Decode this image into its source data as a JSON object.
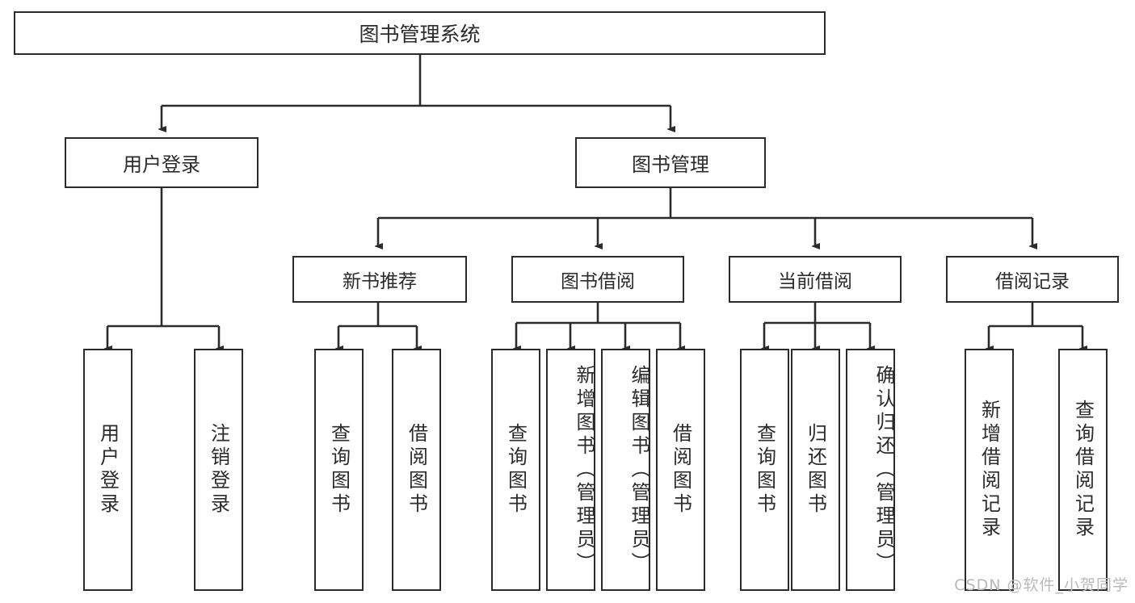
{
  "diagram": {
    "title": "图书管理系统",
    "watermark": "CSDN @软件_小贺同学",
    "colors": {
      "box_border": "#2b2b2b",
      "box_fill": "#ffffff",
      "connector": "#2b2b2b",
      "text": "#2b2b2b",
      "watermark": "#b9b9b9",
      "background": "#ffffff"
    },
    "root": {
      "label": "图书管理系统"
    },
    "level2": [
      {
        "label": "用户登录"
      },
      {
        "label": "图书管理"
      }
    ],
    "level3": [
      {
        "label": "新书推荐"
      },
      {
        "label": "图书借阅"
      },
      {
        "label": "当前借阅"
      },
      {
        "label": "借阅记录"
      }
    ],
    "leaves": {
      "user_login": [
        {
          "label": "用户登录"
        },
        {
          "label": "注销登录"
        }
      ],
      "new_book_recommend": [
        {
          "label": "查询图书"
        },
        {
          "label": "借阅图书"
        }
      ],
      "book_borrow": [
        {
          "label": "查询图书"
        },
        {
          "label": "新增图书（管理员）"
        },
        {
          "label": "编辑图书（管理员）"
        },
        {
          "label": "借阅图书"
        }
      ],
      "current_borrow": [
        {
          "label": "查询图书"
        },
        {
          "label": "归还图书"
        },
        {
          "label": "确认归还（管理员）"
        }
      ],
      "borrow_record": [
        {
          "label": "新增借阅记录"
        },
        {
          "label": "查询借阅记录"
        }
      ]
    }
  }
}
